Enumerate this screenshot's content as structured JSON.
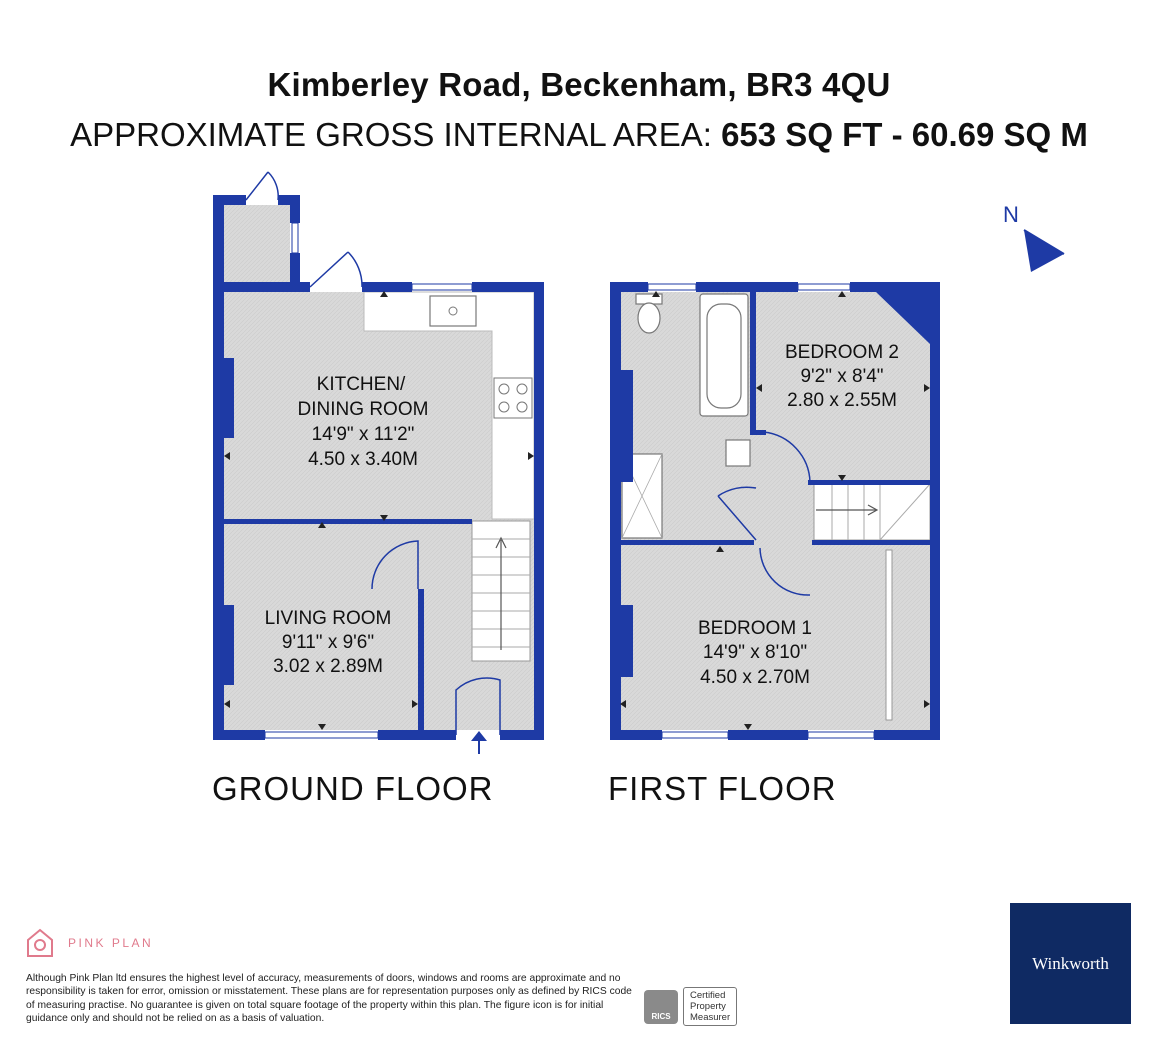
{
  "header": {
    "title": "Kimberley Road, Beckenham, BR3 4QU",
    "area_prefix": "APPROXIMATE GROSS INTERNAL AREA:",
    "area_value": "653 SQ FT - 60.69 SQ M"
  },
  "compass": {
    "label": "N"
  },
  "floors": {
    "ground": {
      "label": "GROUND FLOOR"
    },
    "first": {
      "label": "FIRST FLOOR"
    }
  },
  "rooms": {
    "kitchen": {
      "name_line1": "KITCHEN/",
      "name_line2": "DINING ROOM",
      "imperial": "14'9\" x 11'2\"",
      "metric": "4.50 x 3.40M"
    },
    "living": {
      "name": "LIVING ROOM",
      "imperial": "9'11\" x 9'6\"",
      "metric": "3.02 x 2.89M"
    },
    "bedroom2": {
      "name": "BEDROOM 2",
      "imperial": "9'2\" x 8'4\"",
      "metric": "2.80 x 2.55M"
    },
    "bedroom1": {
      "name": "BEDROOM 1",
      "imperial": "14'9\" x 8'10\"",
      "metric": "4.50 x 2.70M"
    }
  },
  "footer": {
    "brand": "PINK PLAN",
    "disclaimer": "Although Pink Plan ltd ensures the highest level of accuracy, measurements of doors, windows and rooms are approximate and no responsibility is taken for error, omission or misstatement. These plans are for representation purposes only as defined by RICS code of measuring practise. No guarantee is given on total square footage of the property within this plan. The figure icon is for initial guidance only and should not be relied on as a basis of valuation.",
    "rics_badge": "RICS",
    "rics_line1": "Certified",
    "rics_line2": "Property",
    "rics_line3": "Measurer",
    "agent": "Winkworth"
  },
  "colors": {
    "wall": "#1e3aa5",
    "floor": "#d9d9d9",
    "pink": "#e07a8c",
    "agent_bg": "#0f2a63"
  }
}
